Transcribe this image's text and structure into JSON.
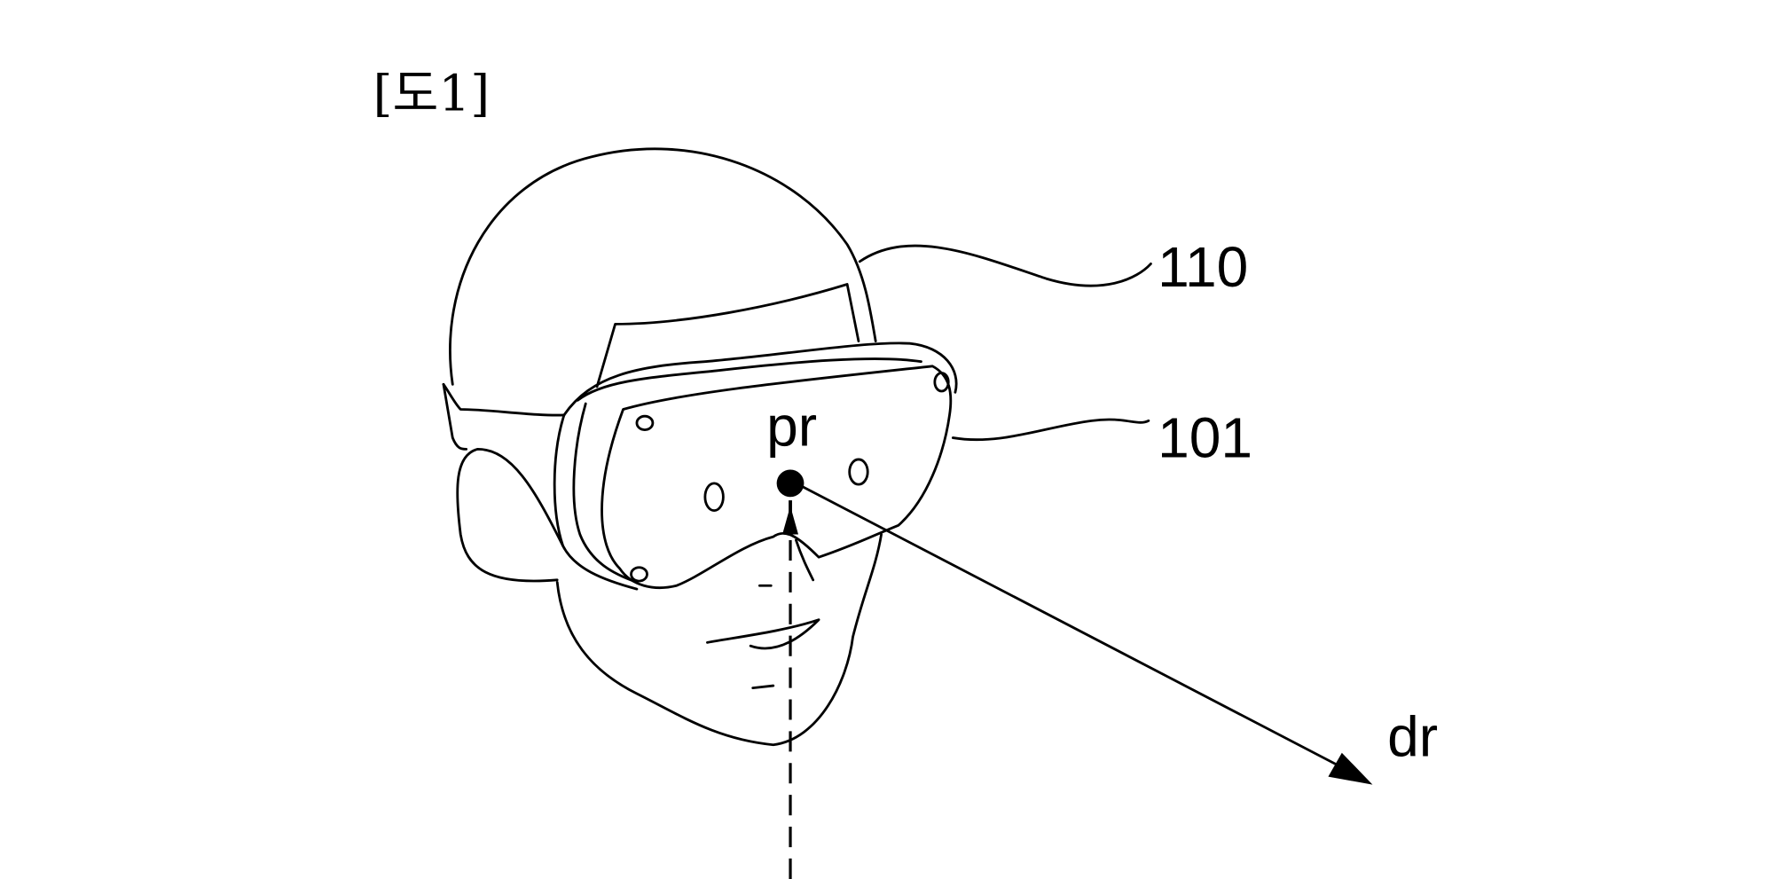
{
  "figure": {
    "title": "[도1]",
    "labels": {
      "headset": "110",
      "display": "101",
      "reference_point": "pr",
      "direction": "dr"
    }
  }
}
